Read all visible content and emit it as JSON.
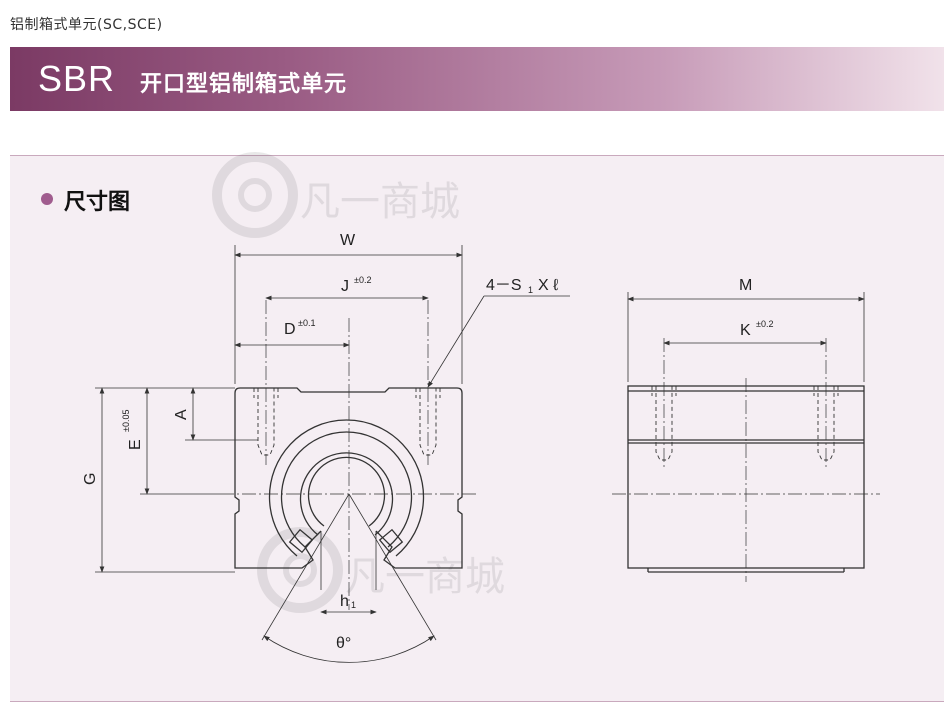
{
  "header": {
    "caption": "铝制箱式单元(SC,SCE)",
    "code": "SBR",
    "title": "开口型铝制箱式单元"
  },
  "section": {
    "title": "尺寸图"
  },
  "watermark": {
    "text": "凡一商城"
  },
  "dimensions": {
    "W": "W",
    "J": "J",
    "J_tol": "±0.2",
    "D": "D",
    "D_tol": "±0.1",
    "S_callout_prefix": "4－S",
    "S_callout_sub": "1",
    "S_callout_suffix": "X ℓ",
    "A": "A",
    "E": "E",
    "E_tol": "±0.05",
    "G": "G",
    "h": "h",
    "h_sub": "1",
    "theta": "θ°",
    "M": "M",
    "K": "K",
    "K_tol": "±0.2"
  },
  "colors": {
    "accent": "#a05c8e",
    "band_dark": "#7b3a64",
    "panel_bg": "#f5eef3",
    "line": "#333333"
  }
}
